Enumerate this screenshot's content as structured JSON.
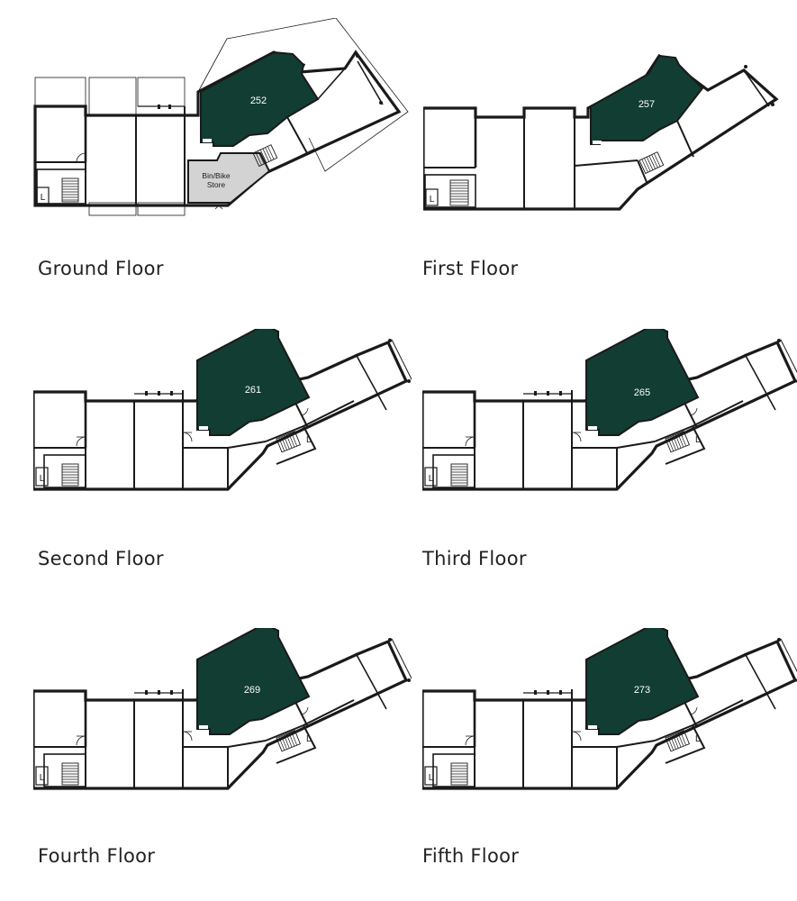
{
  "colors": {
    "highlight_unit": "#123d33",
    "bin_store": "#d3d3d3",
    "walls": "#1a1a1a",
    "background": "#ffffff",
    "label_text": "#222222"
  },
  "stair_lift_mark": "L",
  "floors": [
    {
      "label": "Ground Floor",
      "unit": "252",
      "store_line1": "Bin/Bike",
      "store_line2": "Store"
    },
    {
      "label": "First Floor",
      "unit": "257"
    },
    {
      "label": "Second Floor",
      "unit": "261"
    },
    {
      "label": "Third Floor",
      "unit": "265"
    },
    {
      "label": "Fourth Floor",
      "unit": "269"
    },
    {
      "label": "Fifth Floor",
      "unit": "273"
    }
  ]
}
